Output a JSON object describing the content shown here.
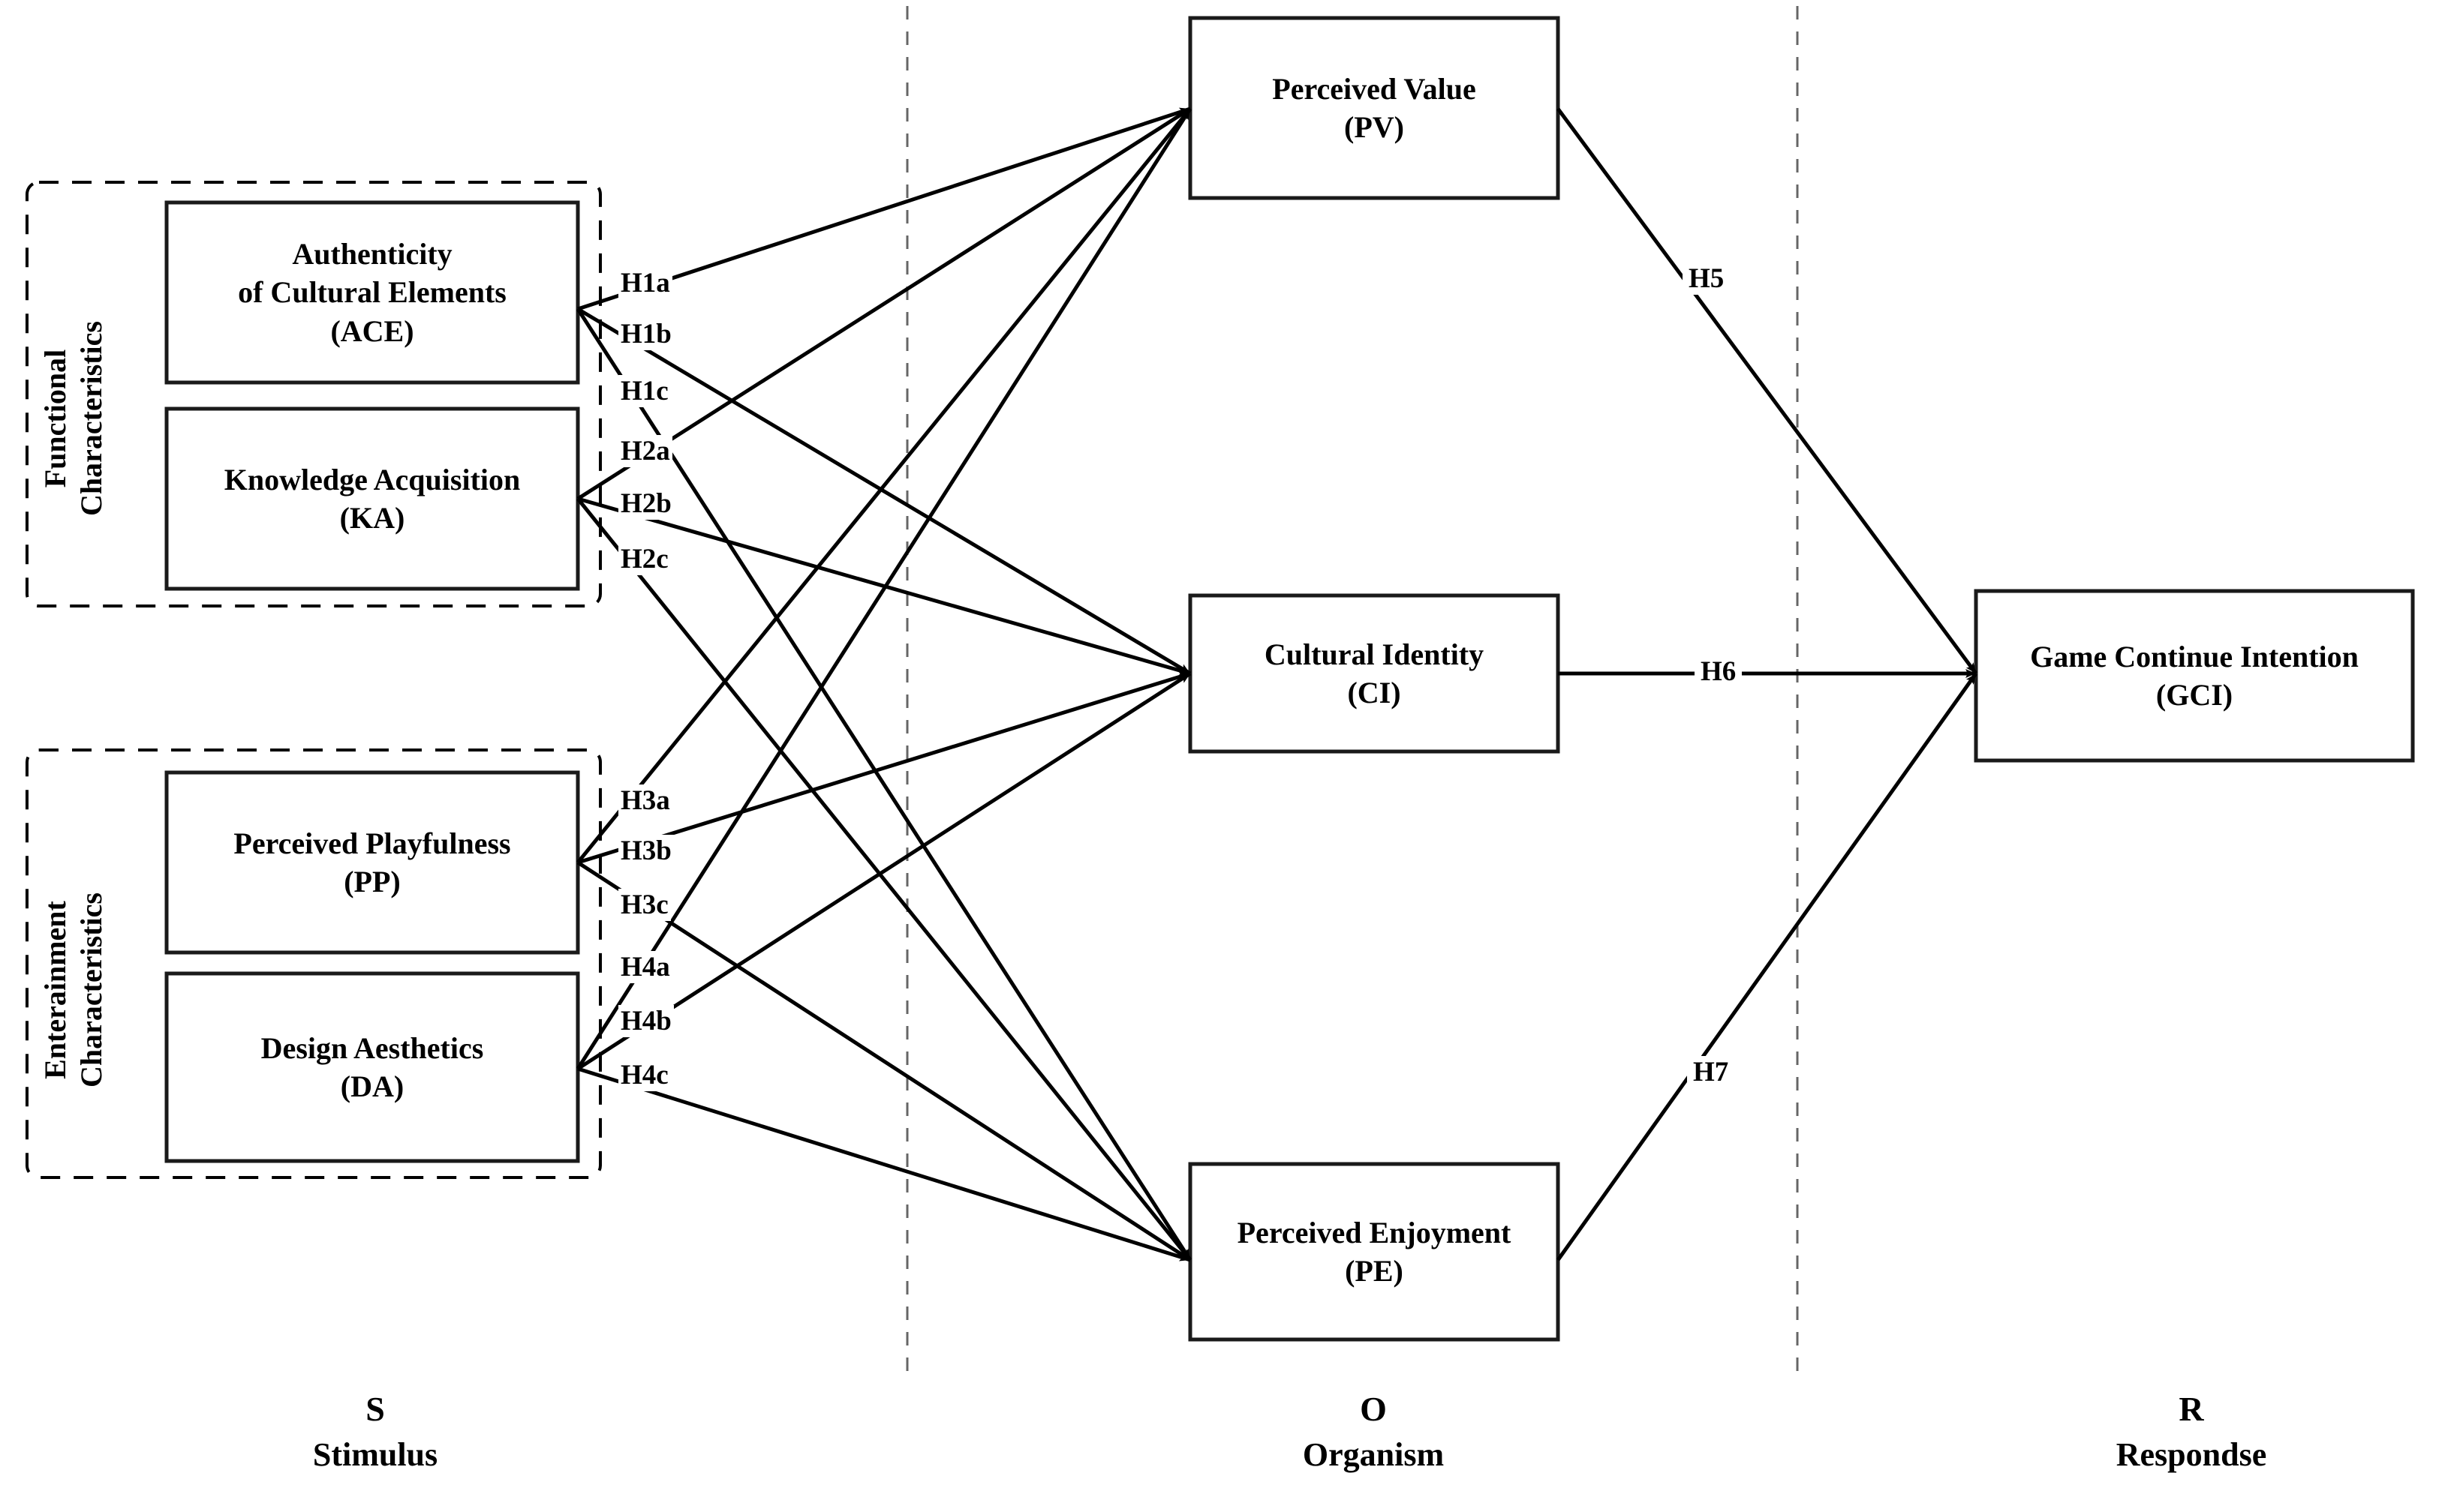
{
  "diagram": {
    "title_present": false,
    "groups": [
      {
        "id": "functional",
        "label": "Functional\nCharacteristics",
        "label_line1": "Functional",
        "label_line2": "Characteristics"
      },
      {
        "id": "entertainment",
        "label": "Enterainment\nCharacteristics",
        "label_line1": "Enterainment",
        "label_line2": "Characteristics"
      }
    ],
    "nodes": [
      {
        "id": "ACE",
        "line1": "Authenticity",
        "line2": "of Cultural Elements",
        "line3": "(ACE)",
        "column": "stimulus"
      },
      {
        "id": "KA",
        "line1": "Knowledge Acquisition",
        "line2": "(KA)",
        "line3": "",
        "column": "stimulus"
      },
      {
        "id": "PP",
        "line1": "Perceived Playfulness",
        "line2": "(PP)",
        "line3": "",
        "column": "stimulus"
      },
      {
        "id": "DA",
        "line1": "Design Aesthetics",
        "line2": "(DA)",
        "line3": "",
        "column": "stimulus"
      },
      {
        "id": "PV",
        "line1": "Perceived Value",
        "line2": "(PV)",
        "line3": "",
        "column": "organism"
      },
      {
        "id": "CI",
        "line1": "Cultural Identity",
        "line2": "(CI)",
        "line3": "",
        "column": "organism"
      },
      {
        "id": "PE",
        "line1": "Perceived Enjoyment",
        "line2": "(PE)",
        "line3": "",
        "column": "organism"
      },
      {
        "id": "GCI",
        "line1": "Game Continue Intention",
        "line2": "(GCI)",
        "line3": "",
        "column": "response"
      }
    ],
    "hypotheses": [
      {
        "id": "H1a",
        "label": "H1a",
        "from": "ACE",
        "to": "PV"
      },
      {
        "id": "H1b",
        "label": "H1b",
        "from": "ACE",
        "to": "CI"
      },
      {
        "id": "H1c",
        "label": "H1c",
        "from": "ACE",
        "to": "PE"
      },
      {
        "id": "H2a",
        "label": "H2a",
        "from": "KA",
        "to": "PV"
      },
      {
        "id": "H2b",
        "label": "H2b",
        "from": "KA",
        "to": "CI"
      },
      {
        "id": "H2c",
        "label": "H2c",
        "from": "KA",
        "to": "PE"
      },
      {
        "id": "H3a",
        "label": "H3a",
        "from": "PP",
        "to": "PV"
      },
      {
        "id": "H3b",
        "label": "H3b",
        "from": "PP",
        "to": "CI"
      },
      {
        "id": "H3c",
        "label": "H3c",
        "from": "PP",
        "to": "PE"
      },
      {
        "id": "H4a",
        "label": "H4a",
        "from": "DA",
        "to": "PV"
      },
      {
        "id": "H4b",
        "label": "H4b",
        "from": "DA",
        "to": "CI"
      },
      {
        "id": "H4c",
        "label": "H4c",
        "from": "DA",
        "to": "PE"
      },
      {
        "id": "H5",
        "label": "H5",
        "from": "PV",
        "to": "GCI"
      },
      {
        "id": "H6",
        "label": "H6",
        "from": "CI",
        "to": "GCI"
      },
      {
        "id": "H7",
        "label": "H7",
        "from": "PE",
        "to": "GCI"
      }
    ],
    "columns": [
      {
        "id": "stimulus",
        "letter": "S",
        "word": "Stimulus"
      },
      {
        "id": "organism",
        "letter": "O",
        "word": "Organism"
      },
      {
        "id": "response",
        "letter": "R",
        "word": "Respondse"
      }
    ],
    "colors": {
      "line": "#000000",
      "box_border": "#1a1a1a",
      "group_border": "#000000",
      "divider": "#555555",
      "background": "#ffffff",
      "text": "#000000"
    }
  }
}
